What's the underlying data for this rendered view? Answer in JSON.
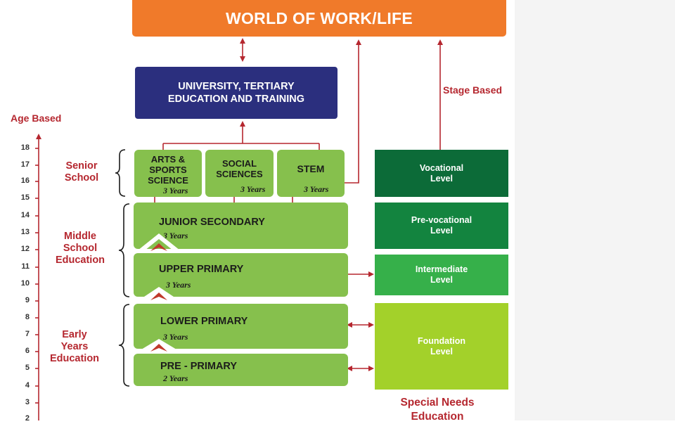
{
  "header": {
    "title": "WORLD OF WORK/LIFE"
  },
  "university": {
    "line1": "UNIVERSITY, TERTIARY",
    "line2": "EDUCATION AND TRAINING"
  },
  "labels": {
    "age_based": "Age Based",
    "stage_based": "Stage Based",
    "special_needs_1": "Special Needs",
    "special_needs_2": "Education"
  },
  "age_axis": [
    "18",
    "17",
    "16",
    "15",
    "14",
    "13",
    "12",
    "11",
    "10",
    "9",
    "8",
    "7",
    "6",
    "5",
    "4",
    "3",
    "2"
  ],
  "phases": {
    "senior": {
      "line1": "Senior",
      "line2": "School"
    },
    "middle": {
      "line1": "Middle",
      "line2": "School",
      "line3": "Education"
    },
    "early": {
      "line1": "Early",
      "line2": "Years",
      "line3": "Education"
    }
  },
  "senior_tracks": [
    {
      "line1": "ARTS &",
      "line2": "SPORTS",
      "line3": "SCIENCE",
      "years": "3 Years"
    },
    {
      "line1": "SOCIAL",
      "line2": "SCIENCES",
      "years": "3 Years"
    },
    {
      "line1": "STEM",
      "years": "3 Years"
    }
  ],
  "stages": [
    {
      "title": "JUNIOR SECONDARY",
      "years": "3 Years"
    },
    {
      "title": "UPPER PRIMARY",
      "years": "3 Years"
    },
    {
      "title": "LOWER PRIMARY",
      "years": "3 Years"
    },
    {
      "title": "PRE - PRIMARY",
      "years": "2 Years"
    }
  ],
  "special_levels": [
    {
      "line1": "Vocational",
      "line2": "Level",
      "color": "#0c6b38"
    },
    {
      "line1": "Pre-vocational",
      "line2": "Level",
      "color": "#13843f"
    },
    {
      "line1": "Intermediate",
      "line2": "Level",
      "color": "#36b04a"
    },
    {
      "line1": "Foundation",
      "line2": "Level",
      "color": "#a3d12a"
    }
  ],
  "colors": {
    "orange": "#f07a2a",
    "navy": "#2b2f7e",
    "green": "#86c04d",
    "arrow_red": "#b5272f"
  }
}
